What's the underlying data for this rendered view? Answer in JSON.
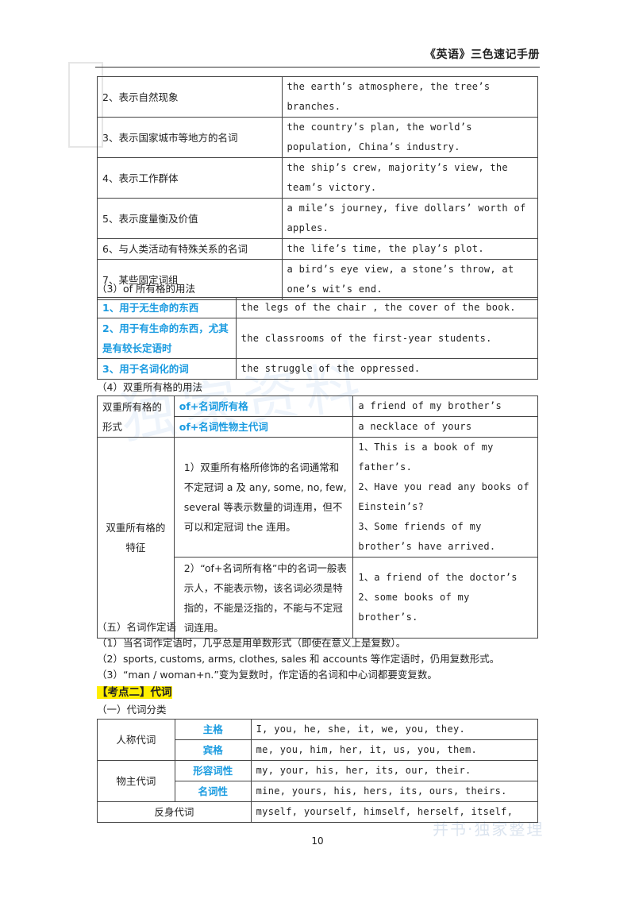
{
  "header": {
    "title": "《英语》三色速记手册"
  },
  "table1": {
    "rows": [
      {
        "use": "2、表示自然现象",
        "example": "the earth’s atmosphere, the tree’s branches."
      },
      {
        "use": "3、表示国家城市等地方的名词",
        "example": "the country’s plan, the world’s population, China’s industry."
      },
      {
        "use": "4、表示工作群体",
        "example": "the ship’s crew, majority’s view, the team’s victory."
      },
      {
        "use": "5、表示度量衡及价值",
        "example": "a mile’s journey, five dollars’ worth of apples."
      },
      {
        "use": "6、与人类活动有特殊关系的名词",
        "example": "the life’s time, the play’s plot."
      },
      {
        "use": "7、某些固定词组",
        "example": "a bird’s eye view, a stone’s throw, at one’s wit’s end."
      }
    ]
  },
  "section_of": {
    "heading": "（3）of 所有格的用法"
  },
  "table2": {
    "rows": [
      {
        "use": "1、用于无生命的东西",
        "example": "the legs of the chair , the cover of the book."
      },
      {
        "use": "2、用于有生命的东西，尤其是有较长定语时",
        "example": "the classrooms of the first-year students."
      },
      {
        "use": "3、用于名词化的词",
        "example": "the struggle of the oppressed."
      }
    ]
  },
  "section_double": {
    "heading": "（4）双重所有格的用法"
  },
  "table3": {
    "form_label": "双重所有格的形式",
    "form1": "of+名词所有格",
    "form1_example": "a friend of my brother’s",
    "form2": "of+名词性物主代词",
    "form2_example": "a necklace of yours",
    "feature_label": "双重所有格的特征",
    "feature1": "1）双重所有格所修饰的名词通常和不定冠词 a 及 any, some, no, few, several 等表示数量的词连用，但不可以和定冠词 the 连用。",
    "feature1_ex1": "1、This is a book of my father’s.",
    "feature1_ex2": "2、Have you read any books of Einstein’s?",
    "feature1_ex3": "3、Some friends of my brother’s have arrived.",
    "feature2": "2）“of+名词所有格”中的名词一般表示人，不能表示物，该名词必须是特指的，不能是泛指的，不能与不定冠词连用。",
    "feature2_ex1": "1、a friend of the doctor’s",
    "feature2_ex2": "2、some books of my brother’s."
  },
  "section_five": {
    "heading": "（五）名词作定语",
    "p1": "（1）当名词作定语时，几乎总是用单数形式（即使在意义上是复数）。",
    "p2": "（2）sports, customs, arms, clothes, sales 和 accounts 等作定语时，仍用复数形式。",
    "p3": "（3）“man / woman+n.”变为复数时，作定语的名词和中心词都要变复数。"
  },
  "kaodian": {
    "label": "【考点二】代词"
  },
  "section_pron": {
    "heading": "（一）代词分类"
  },
  "table4": {
    "personal": "人称代词",
    "subject": "主格",
    "subject_list": "I, you, he, she, it, we, you, they.",
    "object": "宾格",
    "object_list": "me, you, him, her, it, us, you, them.",
    "possessive": "物主代词",
    "adj_form": "形容词性",
    "adj_list": "my, your, his, her, its, our, their.",
    "noun_form": "名词性",
    "noun_list": "mine, yours, his, hers, its, ours, theirs.",
    "reflexive": "反身代词",
    "reflexive_list": "myself, yourself, himself, herself, itself,"
  },
  "page_number": "10"
}
